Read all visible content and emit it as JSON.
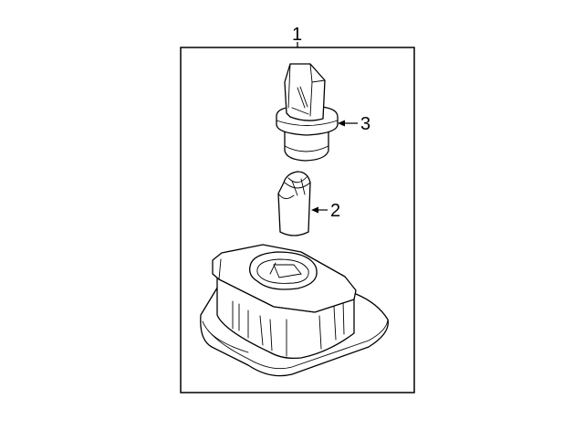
{
  "callouts": {
    "assembly": "1",
    "bulb": "2",
    "socket": "3"
  },
  "colors": {
    "line": "#000000",
    "background": "#ffffff"
  }
}
